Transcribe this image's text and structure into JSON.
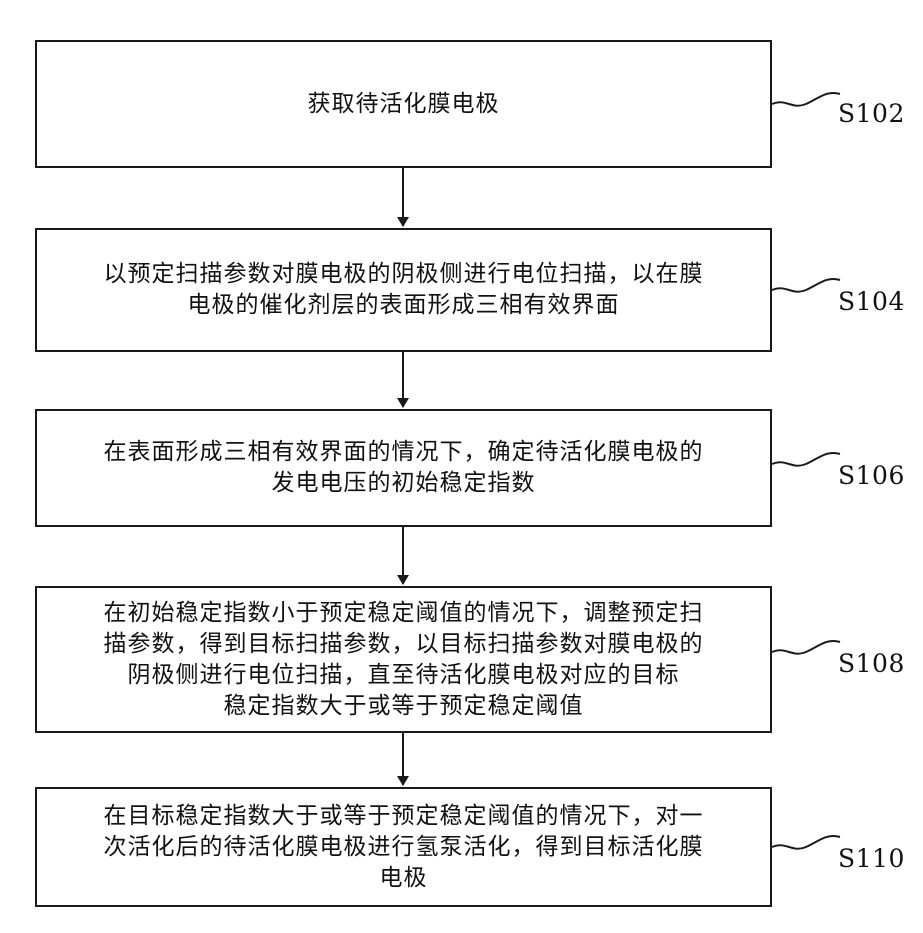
{
  "flowchart": {
    "steps": [
      {
        "id": "S102",
        "text": "获取待活化膜电极"
      },
      {
        "id": "S104",
        "text": "以预定扫描参数对膜电极的阴极侧进行电位扫描，以在膜\n电极的催化剂层的表面形成三相有效界面"
      },
      {
        "id": "S106",
        "text": "在表面形成三相有效界面的情况下，确定待活化膜电极的\n发电电压的初始稳定指数"
      },
      {
        "id": "S108",
        "text": "在初始稳定指数小于预定稳定阈值的情况下，调整预定扫\n描参数，得到目标扫描参数，以目标扫描参数对膜电极的\n阴极侧进行电位扫描，直至待活化膜电极对应的目标\n稳定指数大于或等于预定稳定阈值"
      },
      {
        "id": "S110",
        "text": "在目标稳定指数大于或等于预定稳定阈值的情况下，对一\n次活化后的待活化膜电极进行氢泵活化，得到目标活化膜\n电极"
      }
    ]
  },
  "colors": {
    "line": "#1a1a1a",
    "text": "#111111",
    "background": "#ffffff"
  }
}
